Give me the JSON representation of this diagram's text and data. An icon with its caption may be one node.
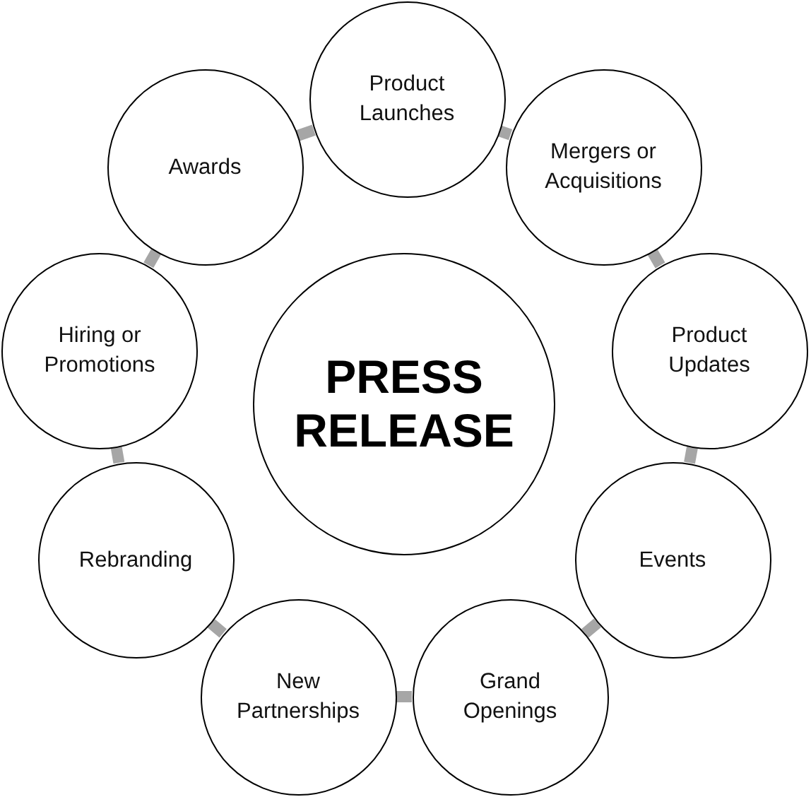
{
  "diagram": {
    "nodes": [
      {
        "text": [
          "PRESS RELEASE"
        ]
      },
      {
        "text": [
          "Product Launches"
        ]
      },
      {
        "text": [
          "Mergers or Acquisitions"
        ]
      },
      {
        "text": [
          "Product Updates"
        ]
      },
      {
        "text": [
          "Events"
        ]
      },
      {
        "text": [
          "Grand Openings"
        ]
      },
      {
        "text": [
          "New Partnerships"
        ]
      },
      {
        "text": [
          "Rebranding"
        ]
      },
      {
        "text": [
          "Hiring or Promotions"
        ]
      },
      {
        "text": [
          "Awards"
        ]
      }
    ],
    "edges": [
      {
        "from": 1,
        "to": 2,
        "arrow": "none"
      },
      {
        "from": 2,
        "to": 3,
        "arrow": "none"
      },
      {
        "from": 3,
        "to": 4,
        "arrow": "none"
      },
      {
        "from": 4,
        "to": 5,
        "arrow": "none"
      },
      {
        "from": 5,
        "to": 6,
        "arrow": "none"
      },
      {
        "from": 6,
        "to": 7,
        "arrow": "none"
      },
      {
        "from": 7,
        "to": 8,
        "arrow": "none"
      },
      {
        "from": 8,
        "to": 9,
        "arrow": "none"
      },
      {
        "from": 9,
        "to": 1,
        "arrow": "none"
      }
    ]
  }
}
